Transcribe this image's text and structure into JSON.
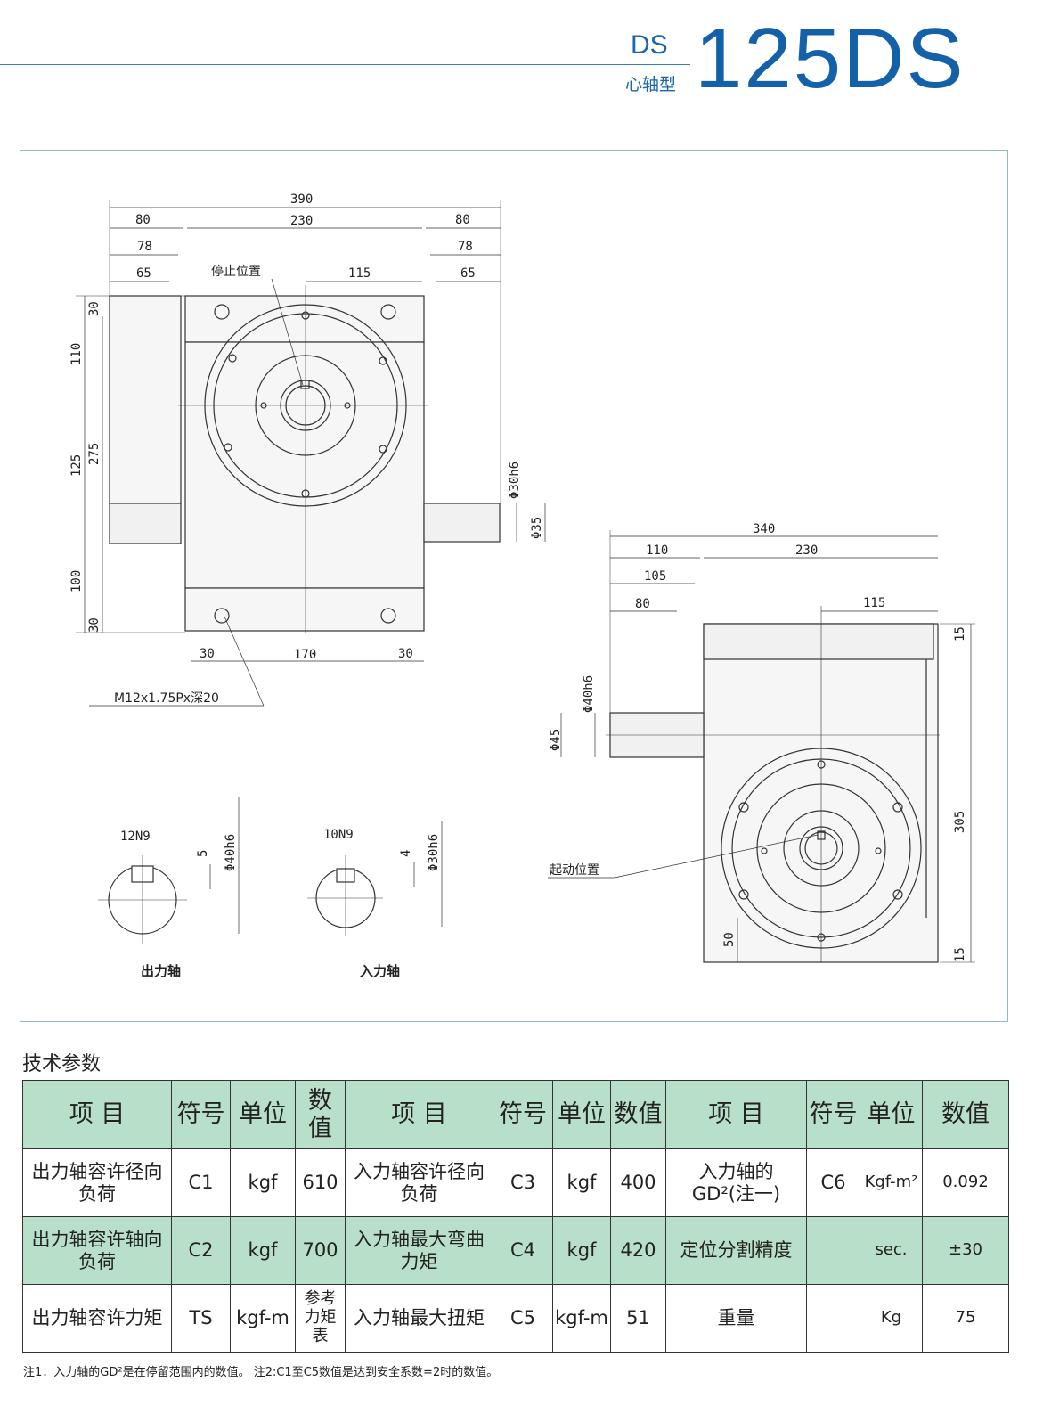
{
  "header": {
    "series": "DS",
    "type": "心轴型",
    "model": "125DS"
  },
  "drawing": {
    "front": {
      "d390": "390",
      "d80l": "80",
      "d230": "230",
      "d80r": "80",
      "d78l": "78",
      "d78r": "78",
      "d65l": "65",
      "d65r": "65",
      "d115": "115",
      "stop": "停止位置",
      "d30t": "30",
      "d110": "110",
      "d275": "275",
      "d125": "125",
      "d100": "100",
      "d30b": "30",
      "phi30h6": "Φ30h6",
      "phi35": "Φ35",
      "b30l": "30",
      "b170": "170",
      "b30r": "30",
      "thread": "M12x1.75Px深20"
    },
    "side": {
      "d340": "340",
      "d110": "110",
      "d230": "230",
      "d105": "105",
      "d80": "80",
      "d115": "115",
      "d15t": "15",
      "phi40h6": "Φ40h6",
      "phi45": "Φ45",
      "d305": "305",
      "start": "起动位置",
      "d50": "50",
      "d15b": "15"
    },
    "out_shaft": {
      "key": "12N9",
      "d5": "5",
      "phi": "Φ40h6",
      "label": "出力轴"
    },
    "in_shaft": {
      "key": "10N9",
      "d4": "4",
      "phi": "Φ30h6",
      "label": "入力轴"
    }
  },
  "specs": {
    "title": "技术参数",
    "headers": [
      "项 目",
      "符号",
      "单位",
      "数值",
      "项 目",
      "符号",
      "单位",
      "数值",
      "项 目",
      "符号",
      "单位",
      "数值"
    ],
    "rows": [
      [
        "出力轴容许径向负荷",
        "C1",
        "kgf",
        "610",
        "入力轴容许径向负荷",
        "C3",
        "kgf",
        "400",
        "入力轴的GD²(注一)",
        "C6",
        "Kgf-m²",
        "0.092"
      ],
      [
        "出力轴容许轴向负荷",
        "C2",
        "kgf",
        "700",
        "入力轴最大弯曲力矩",
        "C4",
        "kgf",
        "420",
        "定位分割精度",
        "",
        "sec.",
        "±30"
      ],
      [
        "出力轴容许力矩",
        "TS",
        "kgf-m",
        "参考力矩表",
        "入力轴最大扭矩",
        "C5",
        "kgf-m",
        "51",
        "重量",
        "",
        "Kg",
        "75"
      ]
    ],
    "notes": "注1：入力轴的GD²是在停留范围内的数值。   注2:C1至C5数值是达到安全系数=2时的数值。"
  }
}
